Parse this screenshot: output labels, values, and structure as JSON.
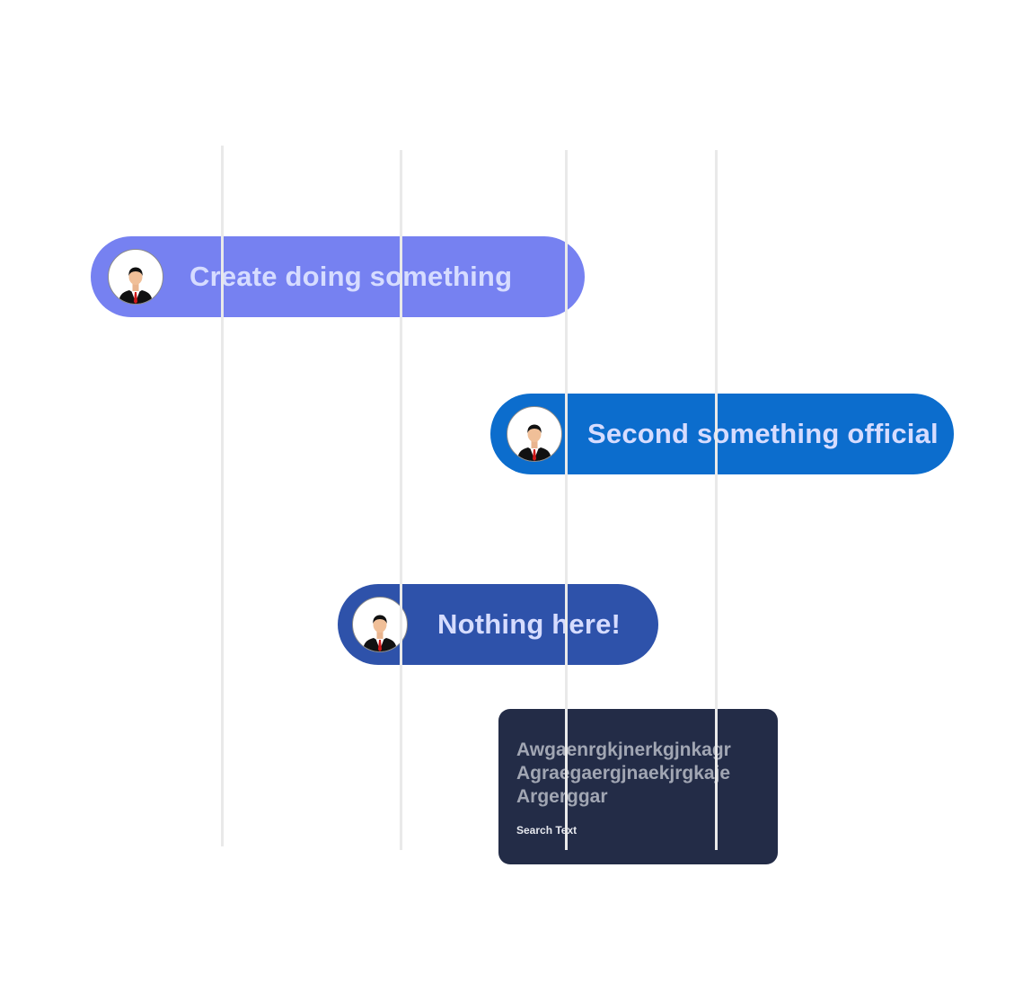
{
  "colors": {
    "pill_1": "#7681f1",
    "pill_2": "#0c6dcd",
    "pill_3": "#2e52aa",
    "card": "#232c47",
    "gridline": "#e9e9e9"
  },
  "events": [
    {
      "label": "Create doing something",
      "avatar_icon": "person-avatar-icon"
    },
    {
      "label": "Second something official",
      "avatar_icon": "person-avatar-icon"
    },
    {
      "label": "Nothing here!",
      "avatar_icon": "person-avatar-icon"
    }
  ],
  "card": {
    "lines": [
      "Awgaenrgkjnerkgjnkagr",
      "Agraegaergjnaekjrgkaje",
      "Argerggar"
    ],
    "caption": "Search Text"
  }
}
